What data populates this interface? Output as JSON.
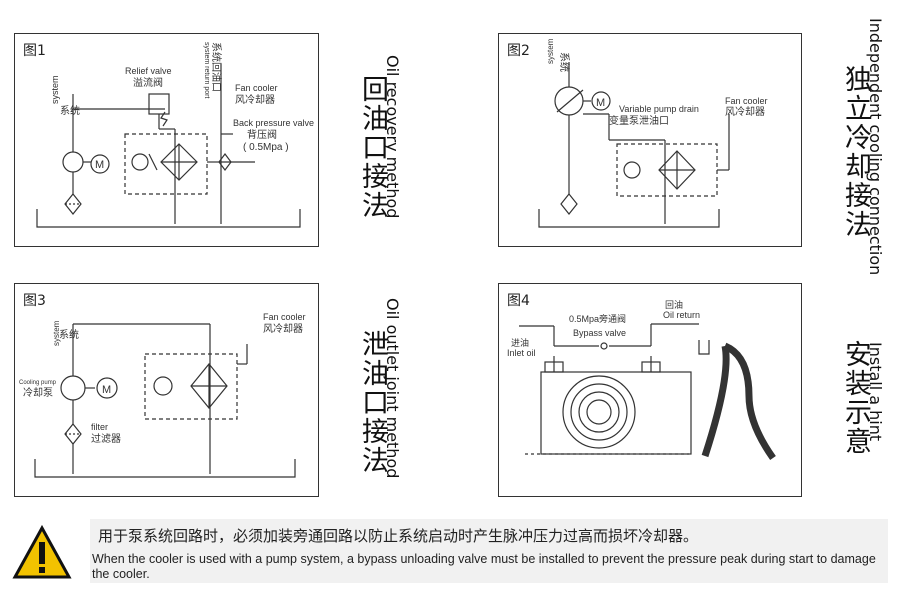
{
  "panels": [
    {
      "id": "fig1",
      "label": "图1",
      "title_cn": "回油口接法",
      "title_en": "Oil recovery method",
      "labels": {
        "system_en": "system",
        "system_cn": "系统",
        "relief_en": "Relief valve",
        "relief_cn": "溢流阀",
        "sysret_cn": "系统回油口",
        "sysret_en": "system return port",
        "fan_en": "Fan cooler",
        "fan_cn": "风冷却器",
        "back_en": "Back pressure valve",
        "back_cn": "背压阀",
        "back_val": "( 0.5Mpa )"
      }
    },
    {
      "id": "fig2",
      "label": "图2",
      "title_cn": "独立冷却接法",
      "title_en": "Independent cooling connection",
      "labels": {
        "system_cn": "系统",
        "system_en": "system",
        "vpd_en": "Variable pump drain",
        "vpd_cn": "变量泵泄油口",
        "fan_en": "Fan cooler",
        "fan_cn": "风冷却器"
      }
    },
    {
      "id": "fig3",
      "label": "图3",
      "title_cn": "泄油口接法",
      "title_en": "Oil outlet joint method",
      "labels": {
        "system_en": "system",
        "system_cn": "系统",
        "cp_en": "Cooling pump",
        "cp_cn": "冷却泵",
        "filter_en": "filter",
        "filter_cn": "过滤器",
        "fan_en": "Fan cooler",
        "fan_cn": "风冷却器"
      }
    },
    {
      "id": "fig4",
      "label": "图4",
      "title_cn": "安装示意",
      "title_en": "Install a hint",
      "labels": {
        "bypass_cn": "0.5Mpa旁通阀",
        "bypass_en": "Bypass valve",
        "return_cn": "回油",
        "return_en": "Oil return",
        "inlet_cn": "进油",
        "inlet_en": "Inlet oil"
      }
    }
  ],
  "motor_letter": "M",
  "warning": {
    "cn": "用于泵系统回路时，必须加装旁通回路以防止系统启动时产生脉冲压力过高而损坏冷却器。",
    "en": "When the cooler is used with a pump system, a bypass unloading valve must be installed to prevent the pressure peak during start to damage the cooler.",
    "icon": "warning-triangle-icon",
    "icon_color": "#f2c200"
  }
}
